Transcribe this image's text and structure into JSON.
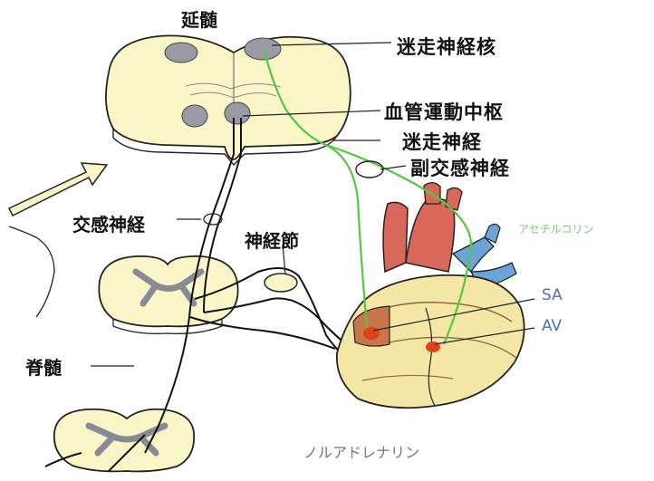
{
  "labels": {
    "medulla": "延髄",
    "vagus_nucleus": "迷走神経核",
    "vasomotor_center": "血管運動中枢",
    "vagus_nerve": "迷走神経",
    "parasympathetic": "副交感神経",
    "sympathetic": "交感神経",
    "ganglion": "神経節",
    "spinal_cord": "脊髄",
    "acetylcholine": "アセチルコリン",
    "sa_node": "SA",
    "av_node": "AV",
    "noradrenaline": "ノルアドレナリン"
  },
  "colors": {
    "cord_fill": "#fbf6c8",
    "gray_matter": "#9a9aa6",
    "parasympathetic_fiber": "#55c840",
    "node_marker": "#e0401a",
    "label_blue": "#4f6fb0"
  }
}
